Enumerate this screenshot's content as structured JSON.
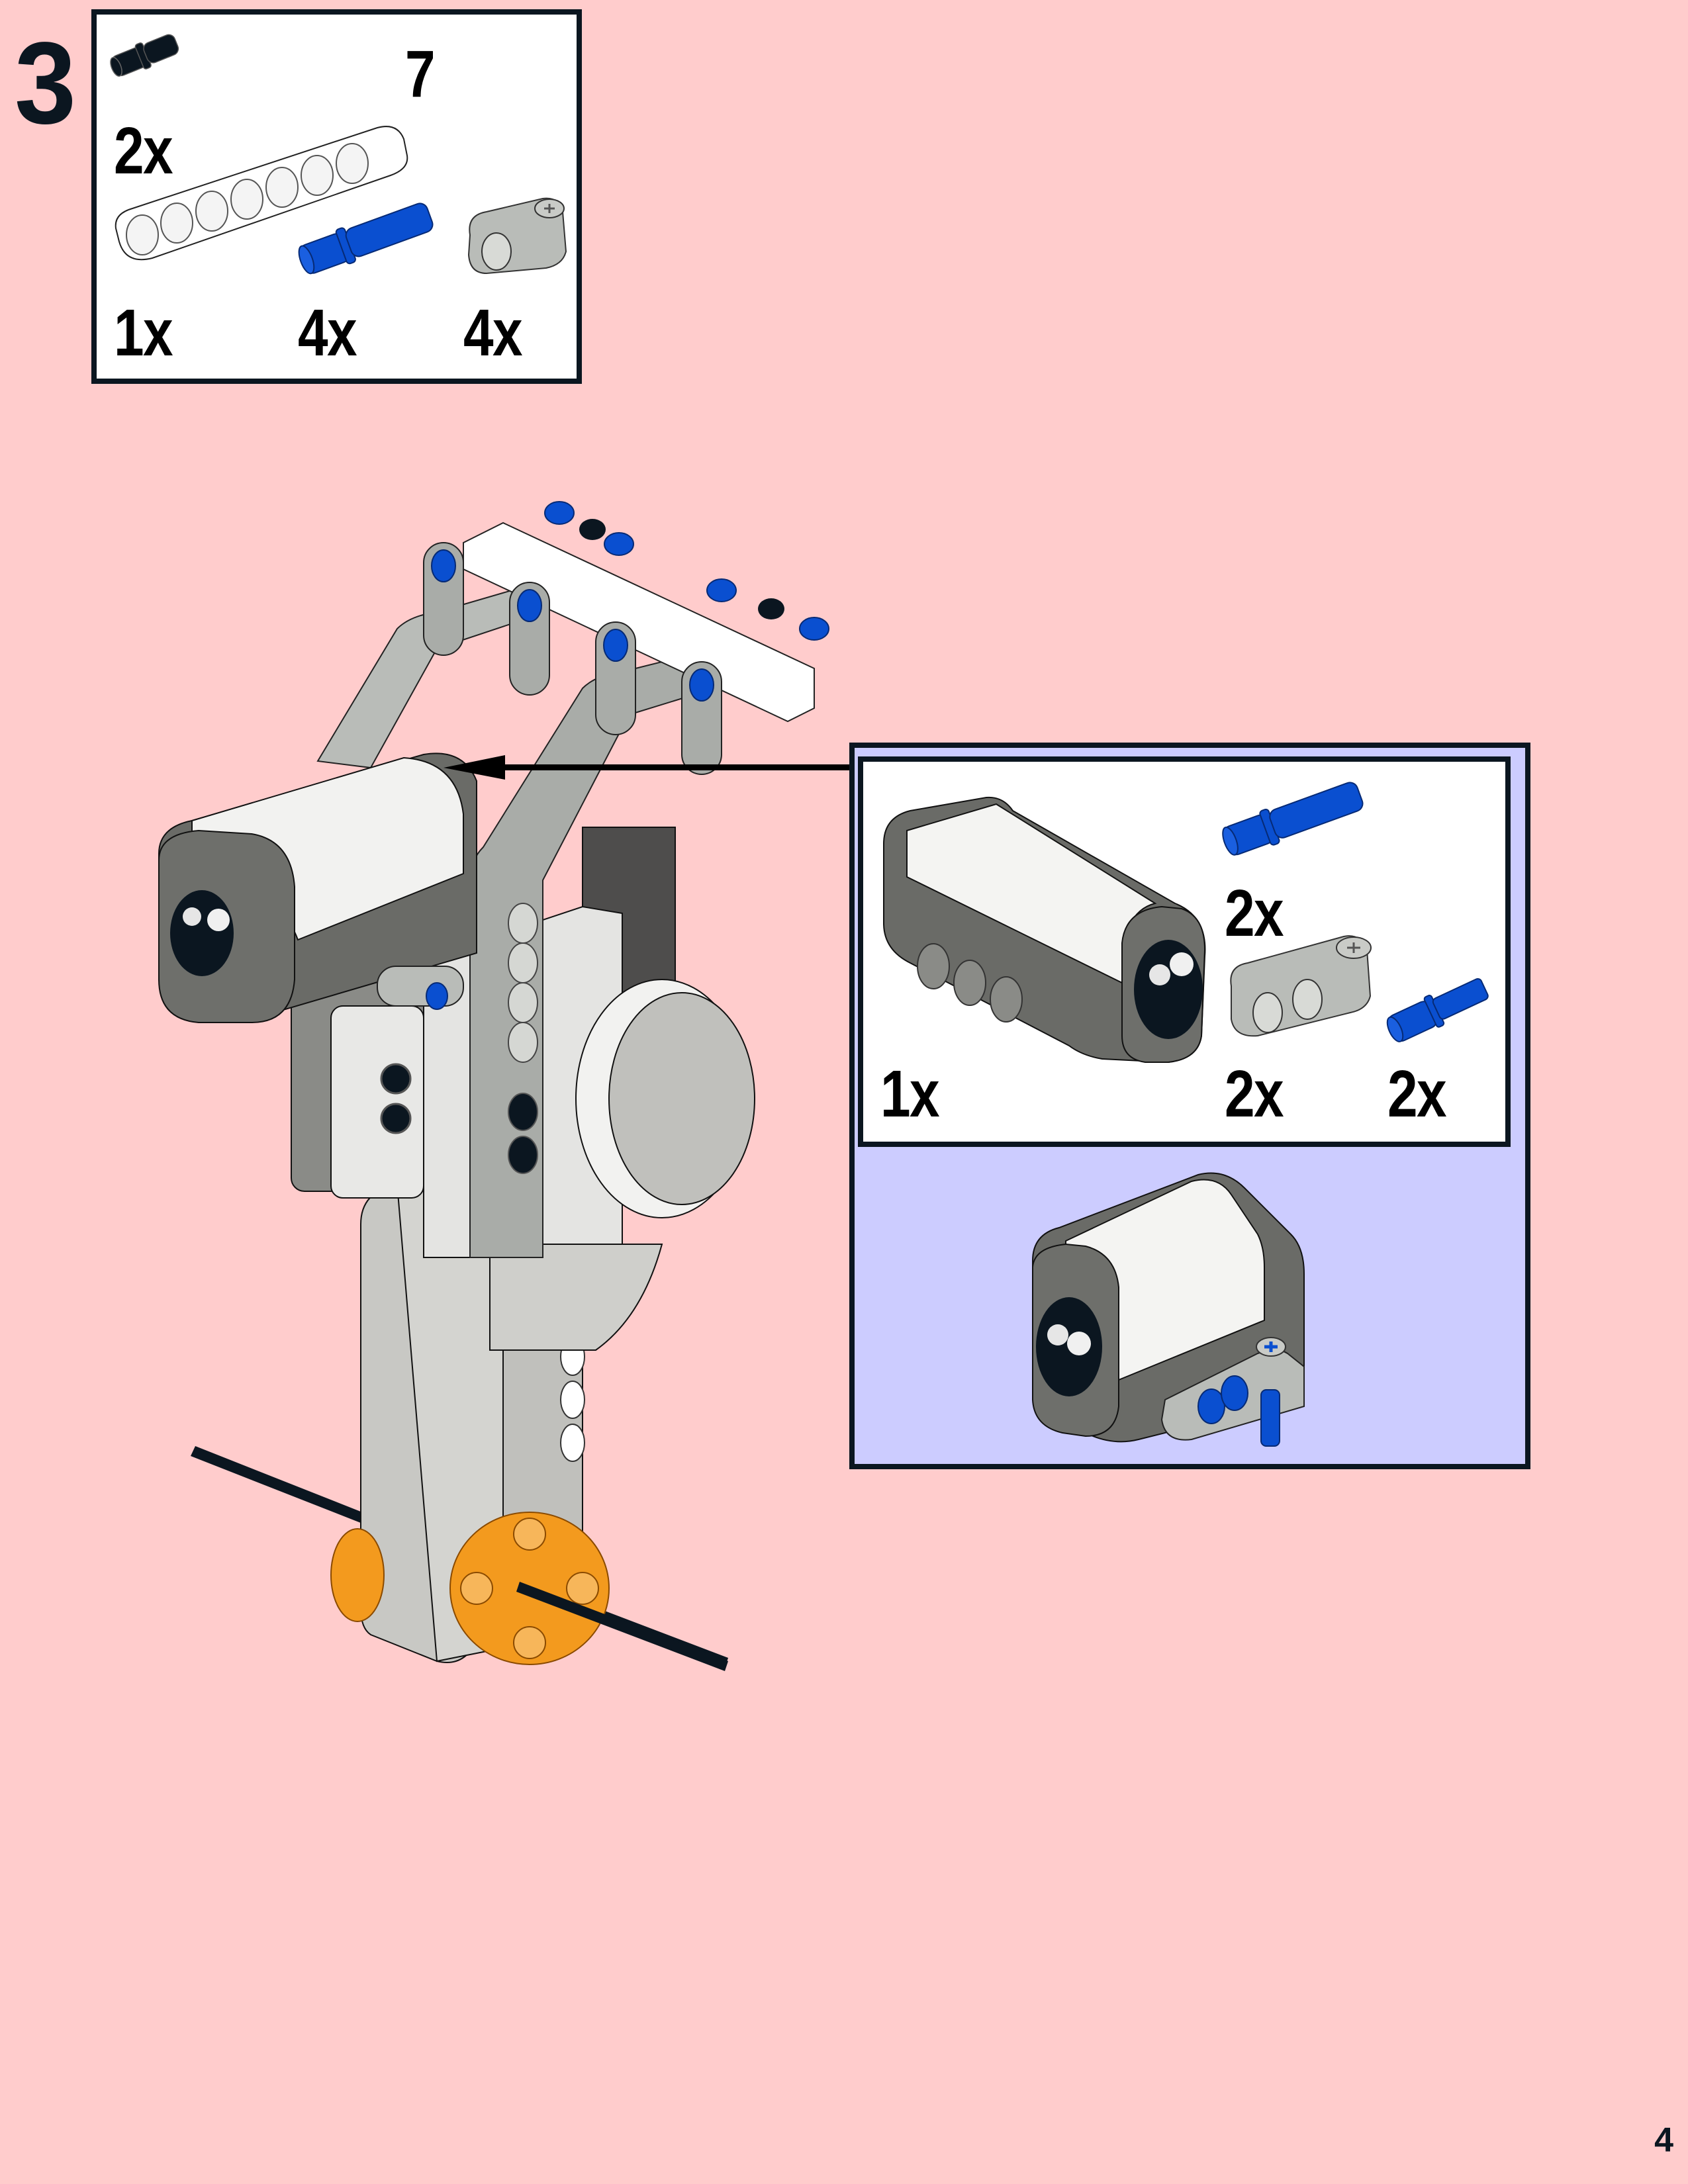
{
  "page": {
    "step_number": "3",
    "page_number": "4",
    "colors": {
      "background": "#ffcccc",
      "callout_background": "#ccccff",
      "border": "#0b1620",
      "blue_pin": "#0a4fd0",
      "light_gray": "#b9bcb8",
      "dark_gray": "#5f605c",
      "orange": "#f39a1e",
      "black_part": "#0b1620"
    }
  },
  "parts_list": {
    "items": [
      {
        "part": "black-friction-pin",
        "icon": "black-pin-icon",
        "qty": "2x"
      },
      {
        "part": "white-beam-7",
        "icon": "white-beam-icon",
        "length_label": "7",
        "qty": "1x"
      },
      {
        "part": "blue-long-pin",
        "icon": "blue-long-pin-icon",
        "qty": "4x"
      },
      {
        "part": "gray-cross-block",
        "icon": "gray-cross-block-icon",
        "qty": "4x"
      }
    ]
  },
  "callout": {
    "parts_list": {
      "items": [
        {
          "part": "color-sensor",
          "icon": "color-sensor-icon",
          "qty": "1x"
        },
        {
          "part": "blue-long-pin",
          "icon": "blue-long-pin-icon",
          "qty": "2x"
        },
        {
          "part": "gray-cross-block",
          "icon": "gray-cross-block-icon",
          "qty": "2x"
        },
        {
          "part": "blue-axle-pin",
          "icon": "blue-axle-pin-icon",
          "qty": "2x"
        }
      ]
    },
    "result": "color-sensor-with-cross-block-subassembly",
    "arrow": "points-to-attachment-location"
  },
  "main_model": {
    "description": "robot arm assembly with color sensor, gray liftarms, white beam with pins, motor, orange wheel hub and black axle"
  }
}
